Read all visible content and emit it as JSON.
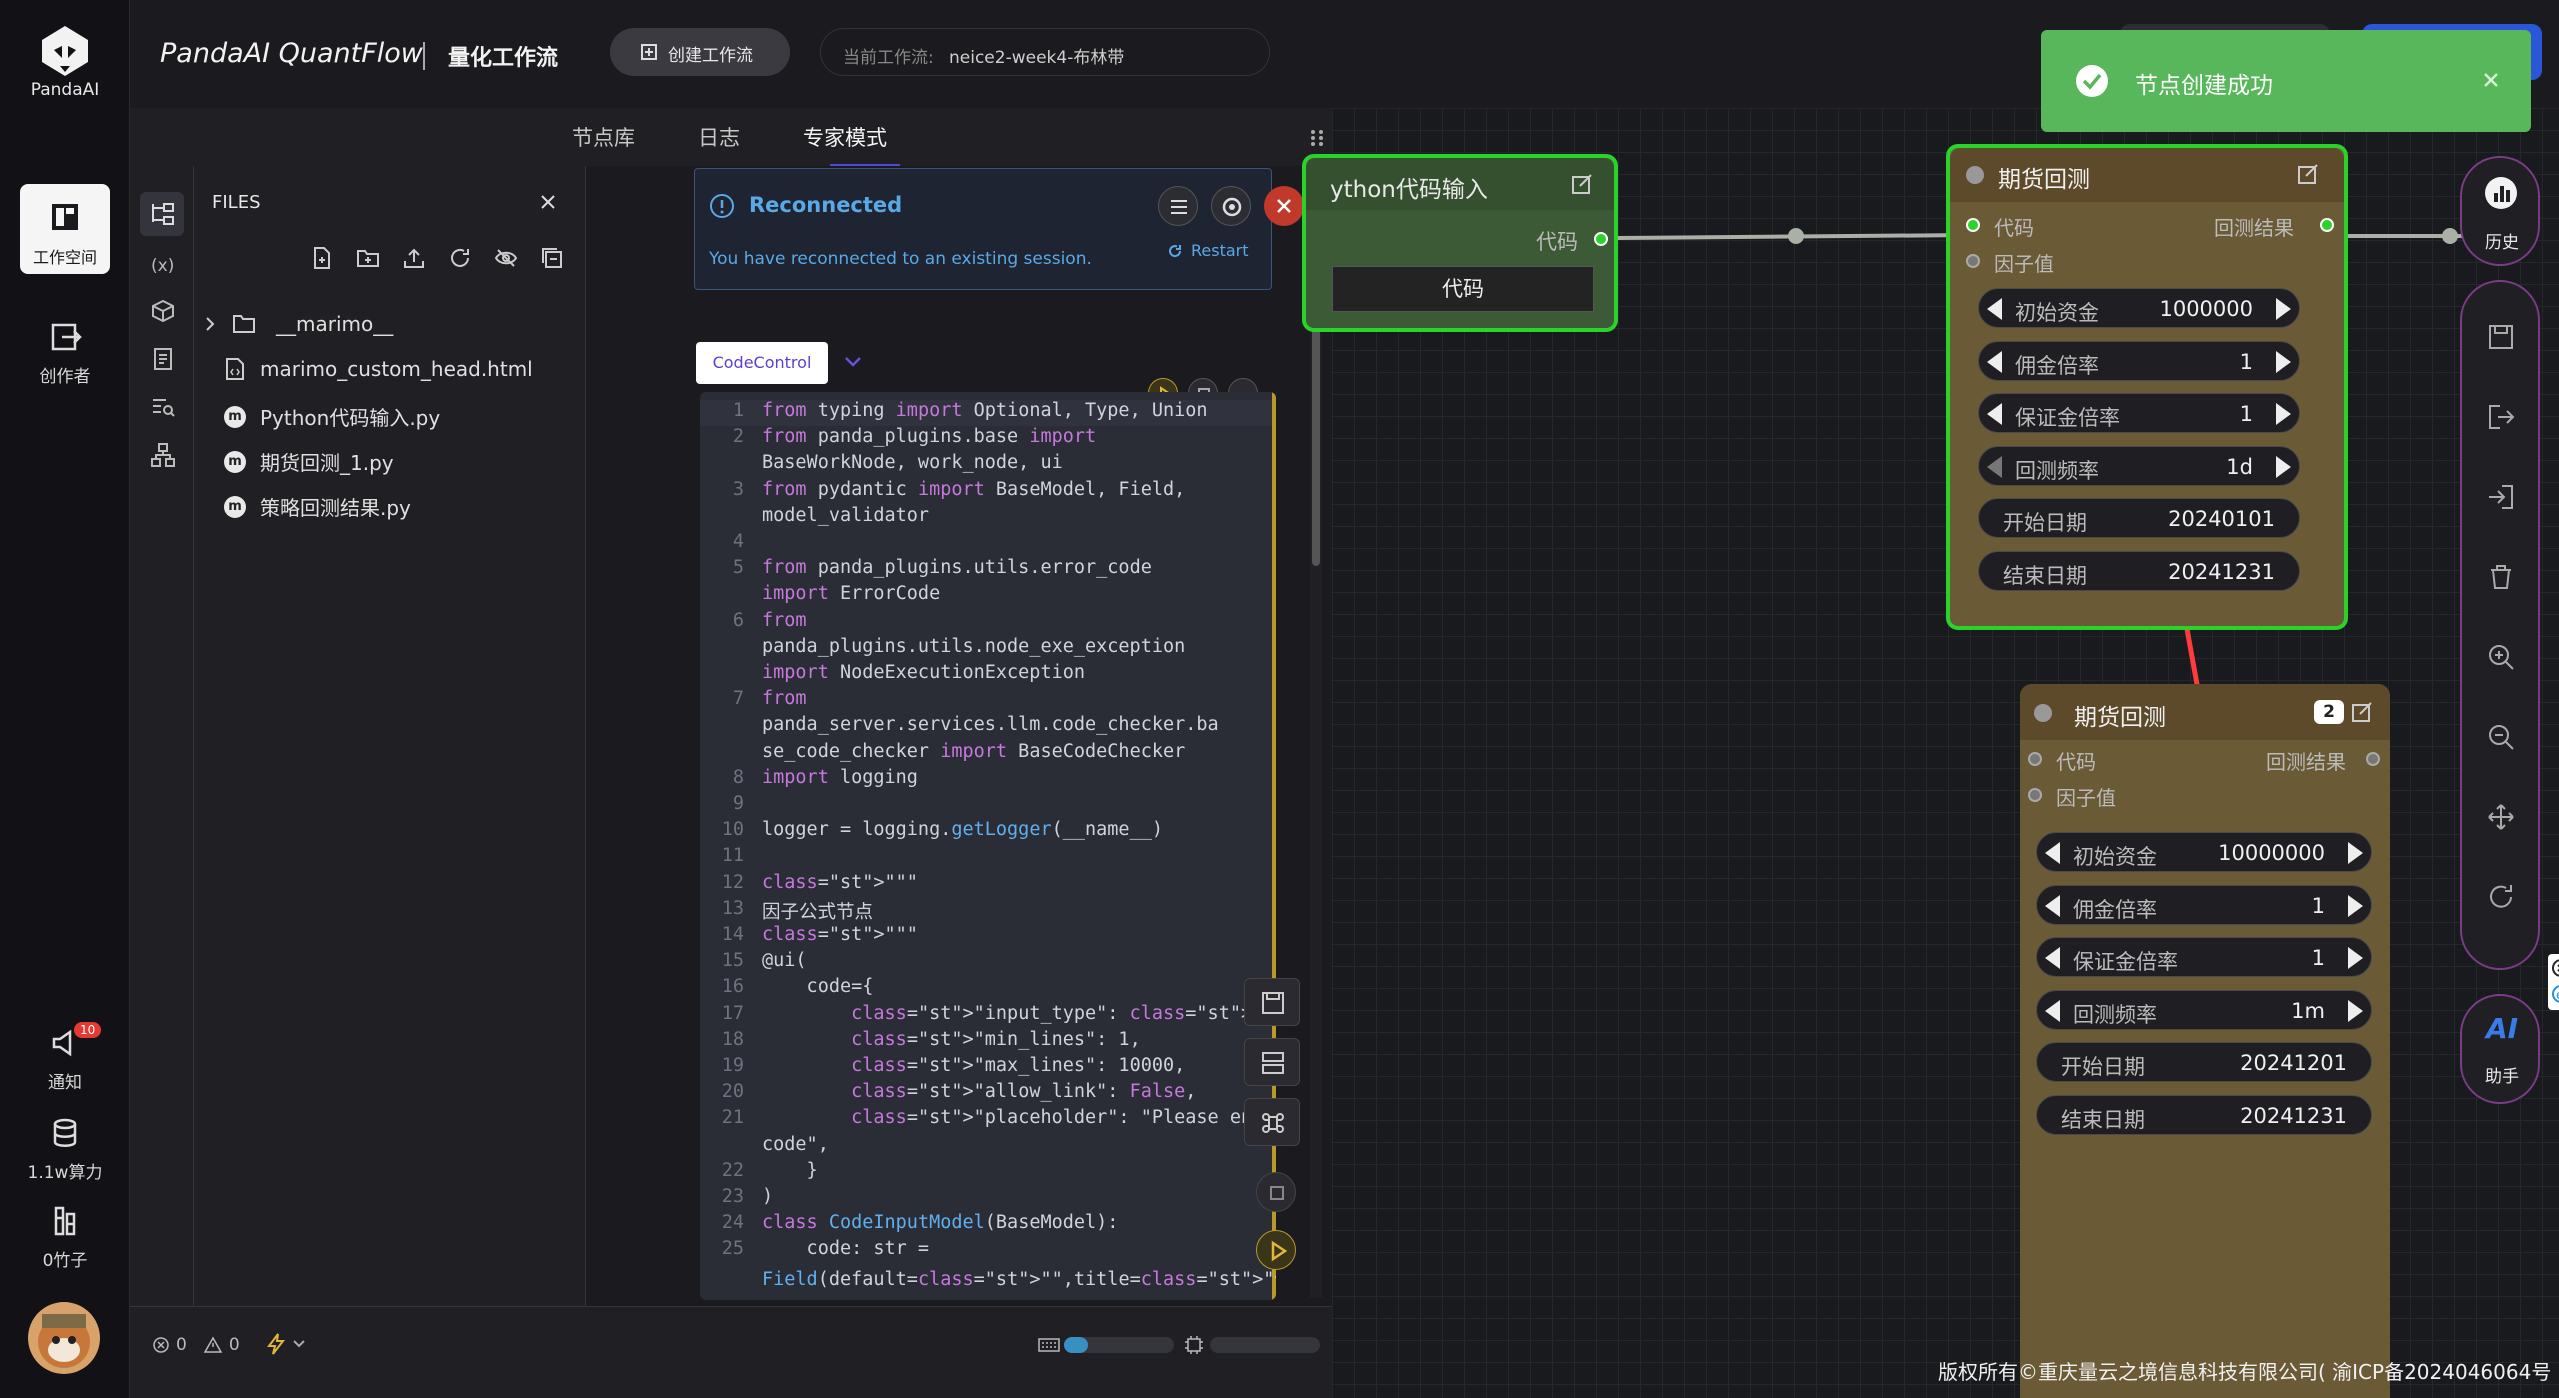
{
  "brand": {
    "logo_text": "PandaAI",
    "app_title": "PandaAI QuantFlow",
    "section": "量化工作流",
    "create_button": "创建工作流",
    "current_label": "当前工作流:",
    "current_value": "neice2-week4-布林带"
  },
  "rail": {
    "workspace": "工作空间",
    "creator": "创作者",
    "notify": "通知",
    "notify_badge": "10",
    "compute": "1.1w算力",
    "bamboo": "0竹子"
  },
  "tabs": [
    "节点库",
    "日志",
    "专家模式"
  ],
  "files": {
    "title": "FILES",
    "items": [
      "__marimo__",
      "marimo_custom_head.html",
      "Python代码输入.py",
      "期货回测_1.py",
      "策略回测结果.py"
    ]
  },
  "reconnect": {
    "title": "Reconnected",
    "message": "You have reconnected to an existing session.",
    "restart": "Restart"
  },
  "cell": {
    "name": "CodeControl"
  },
  "code_lines": [
    {
      "n": "1",
      "t": "from typing import Optional, Type, Union"
    },
    {
      "n": "2",
      "t": "from panda_plugins.base import"
    },
    {
      "n": "",
      "t": "BaseWorkNode, work_node, ui"
    },
    {
      "n": "3",
      "t": "from pydantic import BaseModel, Field,"
    },
    {
      "n": "",
      "t": "model_validator"
    },
    {
      "n": "4",
      "t": ""
    },
    {
      "n": "5",
      "t": "from panda_plugins.utils.error_code"
    },
    {
      "n": "",
      "t": "import ErrorCode"
    },
    {
      "n": "6",
      "t": "from"
    },
    {
      "n": "",
      "t": "panda_plugins.utils.node_exe_exception"
    },
    {
      "n": "",
      "t": "import NodeExecutionException"
    },
    {
      "n": "7",
      "t": "from"
    },
    {
      "n": "",
      "t": "panda_server.services.llm.code_checker.ba"
    },
    {
      "n": "",
      "t": "se_code_checker import BaseCodeChecker"
    },
    {
      "n": "8",
      "t": "import logging"
    },
    {
      "n": "9",
      "t": ""
    },
    {
      "n": "10",
      "t": "logger = logging.getLogger(__name__)"
    },
    {
      "n": "11",
      "t": ""
    },
    {
      "n": "12",
      "t": "\"\"\""
    },
    {
      "n": "13",
      "t": "因子公式节点"
    },
    {
      "n": "14",
      "t": "\"\"\""
    },
    {
      "n": "15",
      "t": "@ui("
    },
    {
      "n": "16",
      "t": "    code={"
    },
    {
      "n": "17",
      "t": "        \"input_type\": \"text_field\","
    },
    {
      "n": "18",
      "t": "        \"min_lines\": 1,"
    },
    {
      "n": "19",
      "t": "        \"max_lines\": 10000,"
    },
    {
      "n": "20",
      "t": "        \"allow_link\": False,"
    },
    {
      "n": "21",
      "t": "        \"placeholder\": \"Please enter"
    },
    {
      "n": "",
      "t": "code\","
    },
    {
      "n": "22",
      "t": "    }"
    },
    {
      "n": "23",
      "t": ")"
    },
    {
      "n": "24",
      "t": "class CodeInputModel(BaseModel):"
    },
    {
      "n": "25",
      "t": "    code: str ="
    },
    {
      "n": "",
      "t": "Field(default=\"\",title=\"代码\",)"
    }
  ],
  "status": {
    "errors": "0",
    "warnings": "0"
  },
  "toast": {
    "text": "节点创建成功"
  },
  "python_node": {
    "title": "ython代码输入",
    "out_label": "代码",
    "button": "代码"
  },
  "node1": {
    "title": "期货回测",
    "in_code": "代码",
    "in_factor": "因子值",
    "out": "回测结果",
    "fields": [
      {
        "label": "初始资金",
        "value": "1000000"
      },
      {
        "label": "佣金倍率",
        "value": "1"
      },
      {
        "label": "保证金倍率",
        "value": "1"
      },
      {
        "label": "回测频率",
        "value": "1d"
      },
      {
        "label": "开始日期",
        "value": "20240101"
      },
      {
        "label": "结束日期",
        "value": "20241231"
      }
    ]
  },
  "node2": {
    "title": "期货回测",
    "badge": "2",
    "in_code": "代码",
    "in_factor": "因子值",
    "out": "回测结果",
    "fields": [
      {
        "label": "初始资金",
        "value": "10000000"
      },
      {
        "label": "佣金倍率",
        "value": "1"
      },
      {
        "label": "保证金倍率",
        "value": "1"
      },
      {
        "label": "回测频率",
        "value": "1m"
      },
      {
        "label": "开始日期",
        "value": "20241201"
      },
      {
        "label": "结束日期",
        "value": "20241231"
      }
    ]
  },
  "right_tools": {
    "history": "历史",
    "assistant": "助手",
    "assistant_logo": "AI"
  },
  "footer": "版权所有©重庆量云之境信息科技有限公司( 渝ICP备2024046064号 )",
  "colors": {
    "accent_green": "#2ad32a",
    "toast_bg": "#58b75b",
    "danger": "#c0392b",
    "brand_purple": "#7a3c87"
  }
}
